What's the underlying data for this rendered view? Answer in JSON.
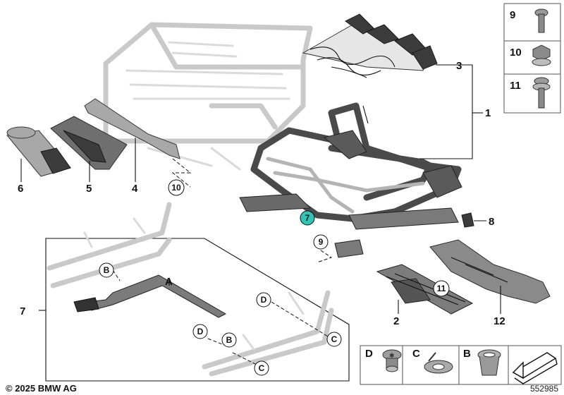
{
  "callouts": {
    "n1": "1",
    "n2": "2",
    "n3": "3",
    "n4": "4",
    "n5": "5",
    "n6": "6",
    "n7": "7",
    "n8": "8",
    "n9": "9",
    "n10": "10",
    "n11": "11",
    "n12": "12",
    "nA": "A"
  },
  "circled": {
    "c10": "10",
    "c7": "7",
    "c9": "9",
    "c11": "11",
    "cB1": "B",
    "cB2": "B",
    "cD1": "D",
    "cD2": "D",
    "cC1": "C",
    "cC2": "C"
  },
  "fastener_legend": {
    "f9": "9",
    "f10": "10",
    "f11": "11"
  },
  "detail_legend": {
    "d": "D",
    "c": "C",
    "b": "B"
  },
  "colors": {
    "highlight": "#2ec4b6",
    "linework": "#111111"
  },
  "footer": {
    "copyright": "© 2025 BMW AG",
    "ref_no": "552985"
  }
}
